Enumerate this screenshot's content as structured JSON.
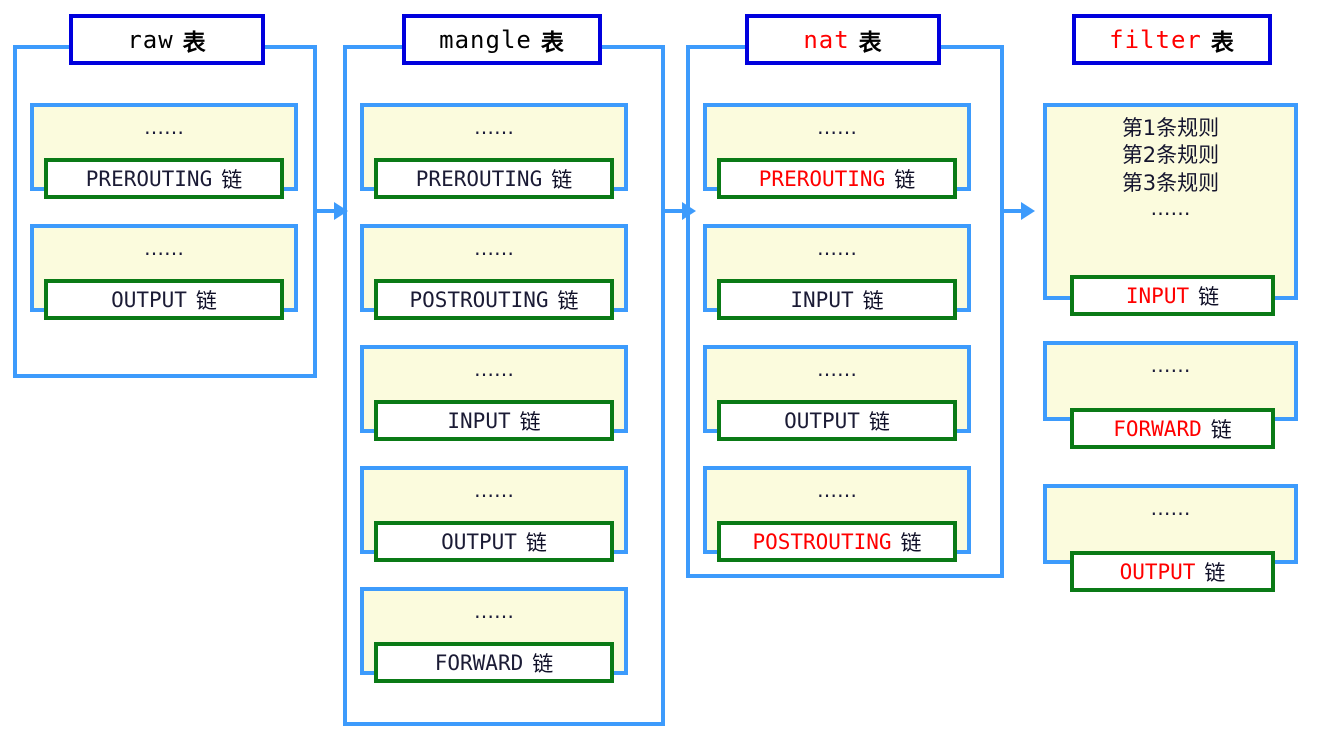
{
  "diagram": {
    "title_suffix": "表",
    "chain_suffix": "链",
    "dots": "……",
    "colors": {
      "frame_blue": "#3d9bfc",
      "title_border_blue": "#0000dd",
      "chain_border_green": "#0a7a16",
      "group_fill_yellow": "#fbfbdd",
      "highlight_red": "#ff0000",
      "text_black": "#1b1b35"
    }
  },
  "tables": [
    {
      "id": "raw",
      "name": "raw",
      "name_color": "black",
      "has_frame": true,
      "chains": [
        {
          "name": "PREROUTING",
          "color": "black",
          "header": "dots"
        },
        {
          "name": "OUTPUT",
          "color": "black",
          "header": "dots"
        }
      ]
    },
    {
      "id": "mangle",
      "name": "mangle",
      "name_color": "black",
      "has_frame": true,
      "chains": [
        {
          "name": "PREROUTING",
          "color": "black",
          "header": "dots"
        },
        {
          "name": "POSTROUTING",
          "color": "black",
          "header": "dots"
        },
        {
          "name": "INPUT",
          "color": "black",
          "header": "dots"
        },
        {
          "name": "OUTPUT",
          "color": "black",
          "header": "dots"
        },
        {
          "name": "FORWARD",
          "color": "black",
          "header": "dots"
        }
      ]
    },
    {
      "id": "nat",
      "name": "nat",
      "name_color": "red",
      "has_frame": true,
      "chains": [
        {
          "name": "PREROUTING",
          "color": "red",
          "header": "dots"
        },
        {
          "name": "INPUT",
          "color": "black",
          "header": "dots"
        },
        {
          "name": "OUTPUT",
          "color": "black",
          "header": "dots"
        },
        {
          "name": "POSTROUTING",
          "color": "red",
          "header": "dots"
        }
      ]
    },
    {
      "id": "filter",
      "name": "filter",
      "name_color": "red",
      "has_frame": false,
      "chains": [
        {
          "name": "INPUT",
          "color": "red",
          "header": "rules",
          "rules": [
            "第1条规则",
            "第2条规则",
            "第3条规则"
          ]
        },
        {
          "name": "FORWARD",
          "color": "red",
          "header": "dots"
        },
        {
          "name": "OUTPUT",
          "color": "red",
          "header": "dots"
        }
      ]
    }
  ],
  "arrows": [
    {
      "id": "raw-to-mangle"
    },
    {
      "id": "mangle-to-nat"
    },
    {
      "id": "nat-to-filter"
    }
  ]
}
